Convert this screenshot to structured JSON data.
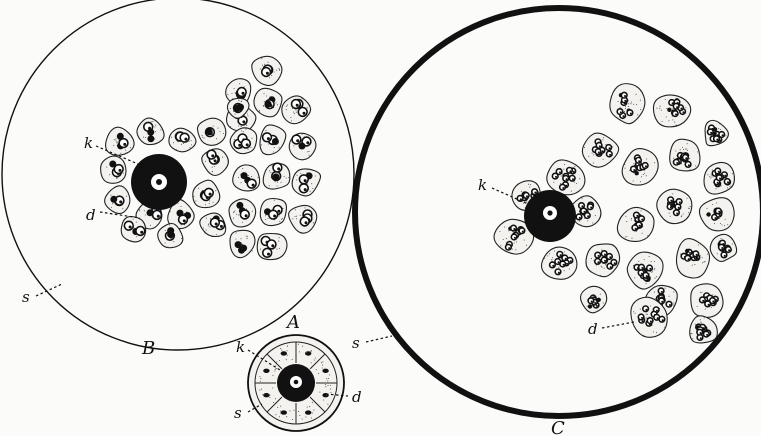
{
  "figure": {
    "panels": [
      {
        "id": "B",
        "label": "B",
        "parts": {
          "k": "k",
          "d": "d",
          "s": "s"
        }
      },
      {
        "id": "A",
        "label": "A",
        "parts": {
          "k": "k",
          "d": "d",
          "s": "s"
        }
      },
      {
        "id": "C",
        "label": "C",
        "parts": {
          "k": "k",
          "d": "d",
          "s": "s"
        }
      }
    ]
  }
}
